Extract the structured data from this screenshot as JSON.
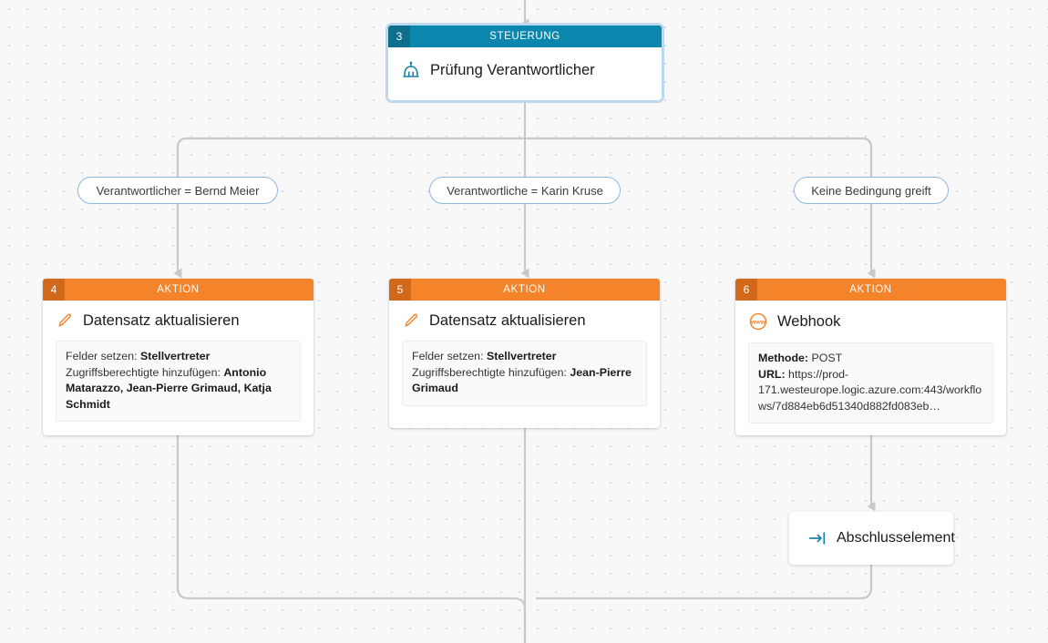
{
  "canvas": {
    "background_color": "#f8f8f9",
    "dot_color": "#d9dae8",
    "connector_color": "#c9c9c9"
  },
  "colors": {
    "control_header": "#0b87ad",
    "control_badge": "#0e6e8c",
    "action_header": "#f5832a",
    "action_badge": "#d2691a",
    "pill_border": "#8fb8dd",
    "selection_ring": "#bcd9ef",
    "teal_icon": "#1785a8",
    "orange_icon": "#f5832a"
  },
  "nodes": {
    "control": {
      "number": "3",
      "type_label": "STEUERUNG",
      "title": "Prüfung Verantwortlicher",
      "icon": "balance-scale-icon",
      "selected": true
    },
    "action_left": {
      "number": "4",
      "type_label": "AKTION",
      "title": "Datensatz aktualisieren",
      "icon": "pencil-icon",
      "details": [
        {
          "label": "Felder setzen:",
          "value": "Stellvertreter"
        },
        {
          "label": "Zugriffsberechtigte hinzufügen:",
          "value": "Antonio Matarazzo, Jean-Pierre Grimaud, Katja Schmidt"
        }
      ]
    },
    "action_middle": {
      "number": "5",
      "type_label": "AKTION",
      "title": "Datensatz aktualisieren",
      "icon": "pencil-icon",
      "details": [
        {
          "label": "Felder setzen:",
          "value": "Stellvertreter"
        },
        {
          "label": "Zugriffsberechtigte hinzufügen:",
          "value": "Jean-Pierre Grimaud"
        }
      ]
    },
    "action_right": {
      "number": "6",
      "type_label": "AKTION",
      "title": "Webhook",
      "icon": "www-icon",
      "details": [
        {
          "label": "Methode:",
          "value": "POST"
        },
        {
          "label": "URL:",
          "value": "https://prod-171.westeurope.logic.azure.com:443/workflows/7d884eb6d51340d882fd083eb…"
        }
      ]
    },
    "end_element": {
      "title": "Abschlusselement",
      "icon": "arrow-to-bar-icon"
    }
  },
  "branches": [
    {
      "label": "Verantwortlicher = Bernd Meier"
    },
    {
      "label": "Verantwortliche = Karin Kruse"
    },
    {
      "label": "Keine Bedingung greift"
    }
  ]
}
